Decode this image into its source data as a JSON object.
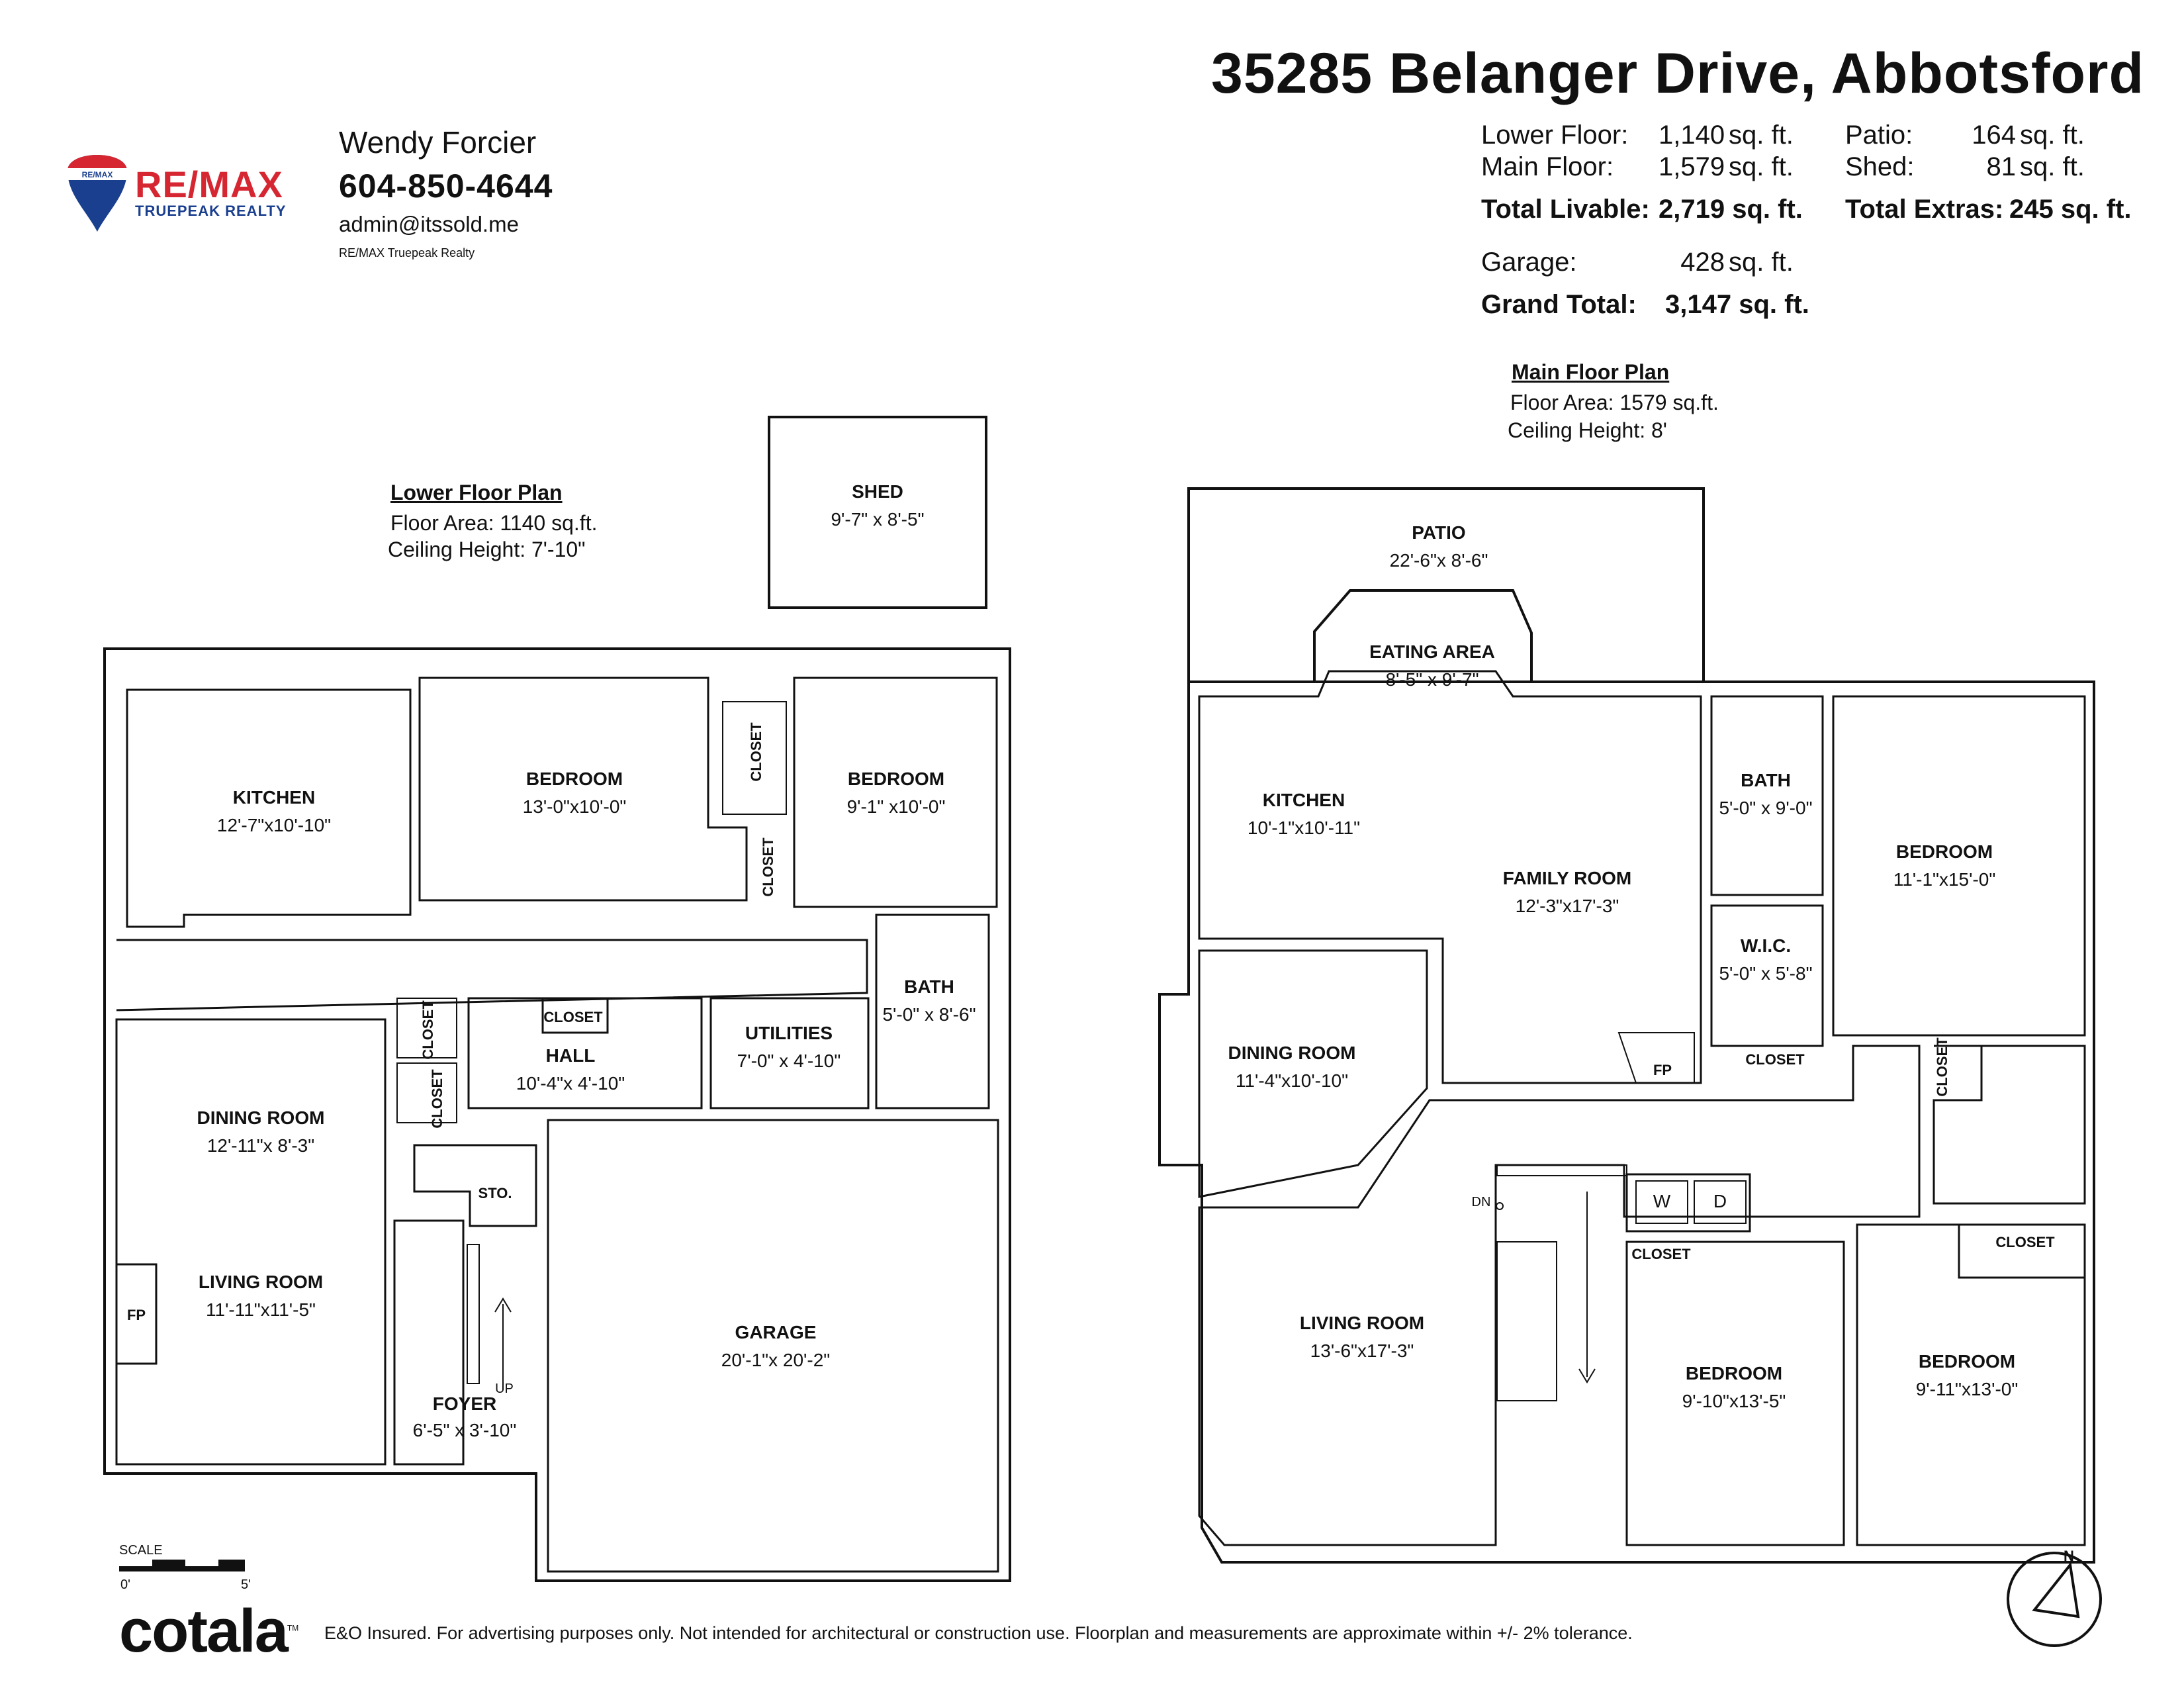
{
  "title": "35285 Belanger Drive, Abbotsford",
  "agent": {
    "brand": "RE/MAX",
    "brand_top": "RE/MAX",
    "brokerage_line": "TRUEPEAK REALTY",
    "name": "Wendy Forcier",
    "phone": "604-850-4644",
    "email": "admin@itssold.me",
    "office": "RE/MAX Truepeak Realty"
  },
  "stats": {
    "lower_label": "Lower Floor:",
    "lower_value": "1,140",
    "lower_unit": "sq. ft.",
    "main_label": "Main Floor:",
    "main_value": "1,579",
    "main_unit": "sq. ft.",
    "livable_label": "Total Livable:",
    "livable_value": "2,719 sq. ft.",
    "patio_label": "Patio:",
    "patio_value": "164",
    "patio_unit": "sq. ft.",
    "shed_label": "Shed:",
    "shed_value": "81",
    "shed_unit": "sq. ft.",
    "extras_label": "Total Extras:",
    "extras_value": "245 sq. ft.",
    "garage_label": "Garage:",
    "garage_value": "428",
    "garage_unit": "sq. ft.",
    "grand_label": "Grand Total:",
    "grand_value": "3,147 sq. ft."
  },
  "lower_plan": {
    "heading": "Lower Floor Plan",
    "area": "Floor Area: 1140 sq.ft.",
    "ceiling": "Ceiling Height: 7'-10\"",
    "rooms": {
      "shed": {
        "name": "SHED",
        "dim": "9'-7\" x 8'-5\""
      },
      "kitchen": {
        "name": "KITCHEN",
        "dim": "12'-7\"x10'-10\""
      },
      "bedroom1": {
        "name": "BEDROOM",
        "dim": "13'-0\"x10'-0\""
      },
      "bedroom2": {
        "name": "BEDROOM",
        "dim": "9'-1\" x10'-0\""
      },
      "bath": {
        "name": "BATH",
        "dim": "5'-0\" x 8'-6\""
      },
      "hall": {
        "name": "HALL",
        "dim": "10'-4\"x 4'-10\""
      },
      "utilities": {
        "name": "UTILITIES",
        "dim": "7'-0\" x 4'-10\""
      },
      "dining": {
        "name": "DINING ROOM",
        "dim": "12'-11\"x 8'-3\""
      },
      "living": {
        "name": "LIVING ROOM",
        "dim": "11'-11\"x11'-5\""
      },
      "garage": {
        "name": "GARAGE",
        "dim": "20'-1\"x 20'-2\""
      },
      "foyer": {
        "name": "FOYER",
        "dim": "6'-5\" x 3'-10\""
      },
      "sto": "STO.",
      "closet": "CLOSET",
      "fp": "FP",
      "up": "UP"
    }
  },
  "main_plan": {
    "heading": "Main Floor Plan",
    "area": "Floor Area: 1579 sq.ft.",
    "ceiling": "Ceiling Height: 8'",
    "rooms": {
      "patio": {
        "name": "PATIO",
        "dim": "22'-6\"x 8'-6\""
      },
      "eating": {
        "name": "EATING AREA",
        "dim": "8'-5\" x 9'-7\""
      },
      "kitchen": {
        "name": "KITCHEN",
        "dim": "10'-1\"x10'-11\""
      },
      "family": {
        "name": "FAMILY ROOM",
        "dim": "12'-3\"x17'-3\""
      },
      "bath": {
        "name": "BATH",
        "dim": "5'-0\" x 9'-0\""
      },
      "wic": {
        "name": "W.I.C.",
        "dim": "5'-0\" x 5'-8\""
      },
      "bedroom1": {
        "name": "BEDROOM",
        "dim": "11'-1\"x15'-0\""
      },
      "dining": {
        "name": "DINING ROOM",
        "dim": "11'-4\"x10'-10\""
      },
      "living": {
        "name": "LIVING ROOM",
        "dim": "13'-6\"x17'-3\""
      },
      "bedroom2": {
        "name": "BEDROOM",
        "dim": "9'-10\"x13'-5\""
      },
      "bedroom3": {
        "name": "BEDROOM",
        "dim": "9'-11\"x13'-0\""
      },
      "closet": "CLOSET",
      "fp": "FP",
      "w": "W",
      "d": "D",
      "dn": "DN"
    }
  },
  "scale": {
    "label": "SCALE",
    "start": "0'",
    "end": "5'"
  },
  "compass": "N",
  "footer": {
    "brand": "cotala",
    "tm": "TM",
    "disclaimer": "E&O Insured. For advertising purposes only. Not intended for architectural or construction use. Floorplan and measurements are approximate within +/- 2% tolerance."
  }
}
